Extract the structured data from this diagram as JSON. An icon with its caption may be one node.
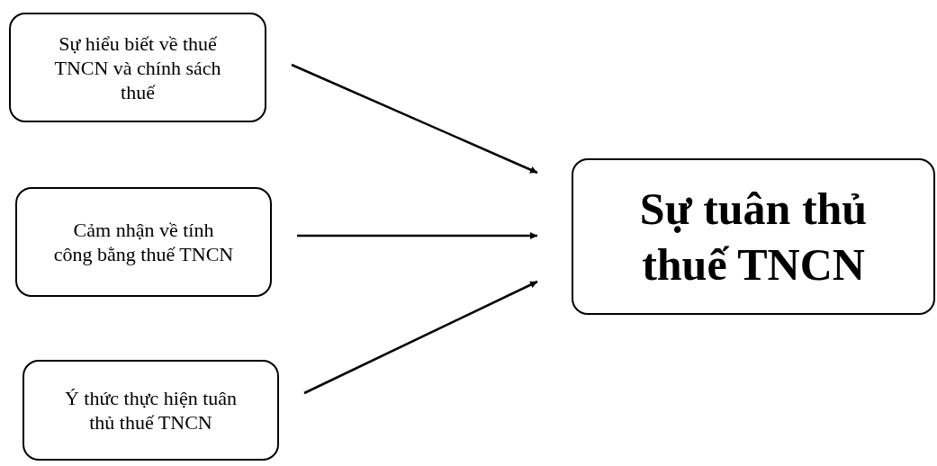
{
  "diagram": {
    "nodes": [
      {
        "text": [
          "Sự hiểu biết về thuế TNCN và chính sách thuế"
        ]
      },
      {
        "text": [
          "Cảm nhận về tính công bằng thuế TNCN"
        ]
      },
      {
        "text": [
          "Ý thức thực hiện tuân thủ thuế TNCN"
        ]
      },
      {
        "text": [
          "Sự tuân thủ thuế TNCN"
        ]
      }
    ],
    "edges": [
      {
        "from": 0,
        "to": 3,
        "arrow": "to"
      },
      {
        "from": 1,
        "to": 3,
        "arrow": "to"
      },
      {
        "from": 2,
        "to": 3,
        "arrow": "to"
      }
    ]
  }
}
